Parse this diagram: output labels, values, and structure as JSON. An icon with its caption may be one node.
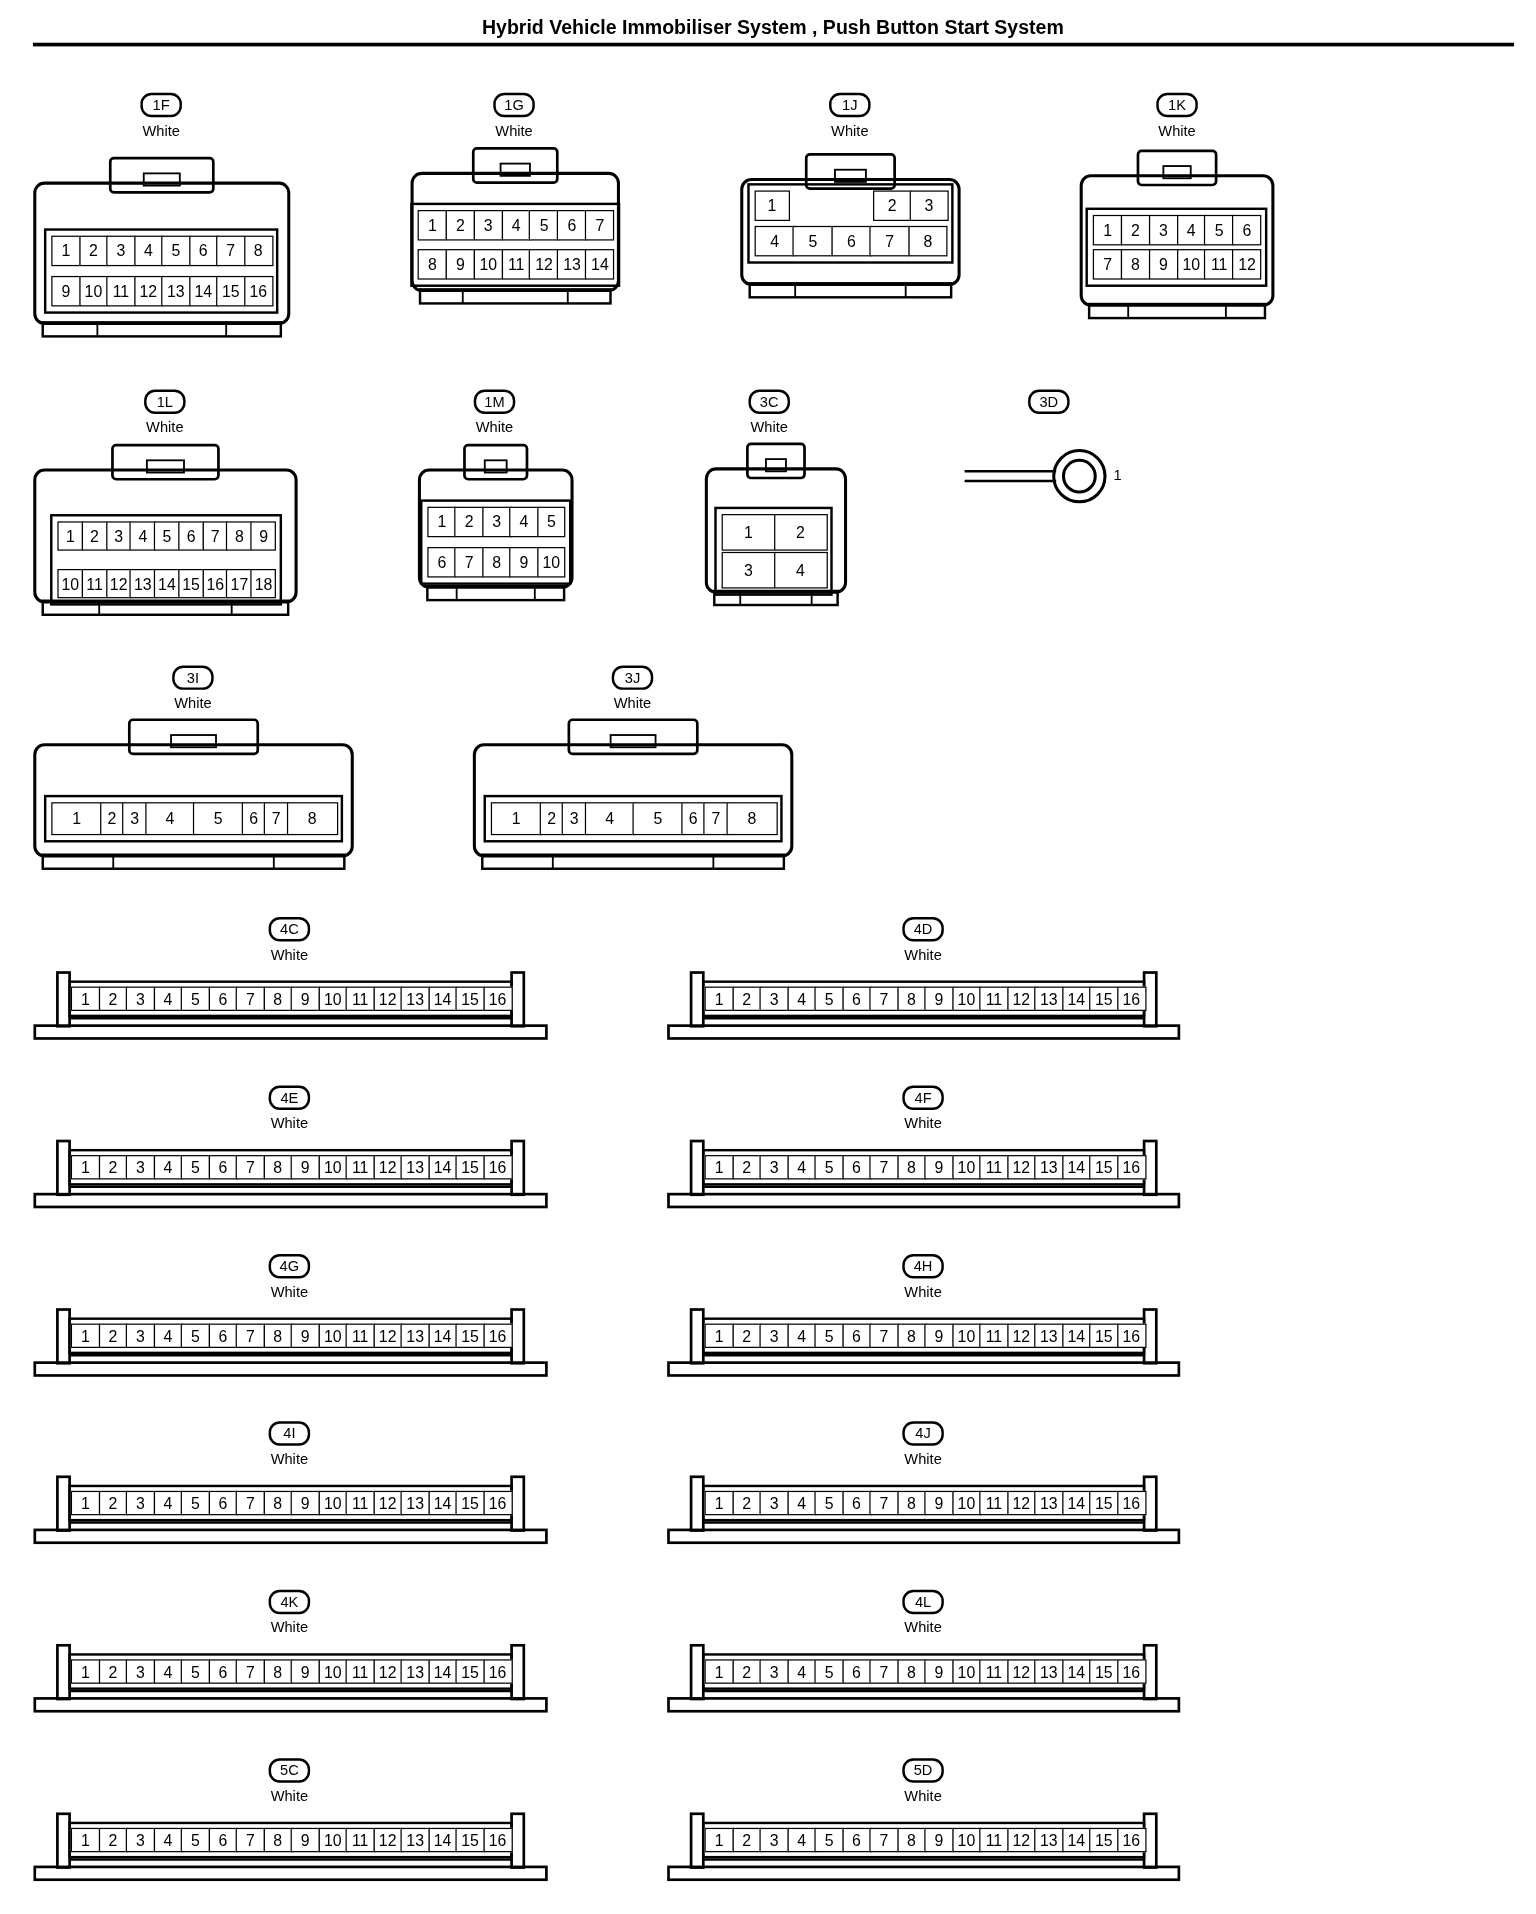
{
  "diagram": {
    "title": "Hybrid Vehicle Immobiliser System , Push Button Start System",
    "nodes": [
      {
        "text": [
          "1F"
        ],
        "beside": [
          "White"
        ]
      },
      {
        "text": [
          "1",
          "2",
          "3",
          "4",
          "5",
          "6",
          "7",
          "8",
          "9",
          "10",
          "11",
          "12",
          "13",
          "14",
          "15",
          "16"
        ]
      },
      {
        "text": [
          "1G"
        ],
        "beside": [
          "White"
        ]
      },
      {
        "text": [
          "1",
          "2",
          "3",
          "4",
          "5",
          "6",
          "7",
          "8",
          "9",
          "10",
          "11",
          "12",
          "13",
          "14"
        ]
      },
      {
        "text": [
          "1J"
        ],
        "beside": [
          "White"
        ]
      },
      {
        "text": [
          "1",
          "2",
          "3",
          "4",
          "5",
          "6",
          "7",
          "8"
        ]
      },
      {
        "text": [
          "1K"
        ],
        "beside": [
          "White"
        ]
      },
      {
        "text": [
          "1",
          "2",
          "3",
          "4",
          "5",
          "6",
          "7",
          "8",
          "9",
          "10",
          "11",
          "12"
        ]
      },
      {
        "text": [
          "1L"
        ],
        "beside": [
          "White"
        ]
      },
      {
        "text": [
          "1",
          "2",
          "3",
          "4",
          "5",
          "6",
          "7",
          "8",
          "9",
          "10",
          "11",
          "12",
          "13",
          "14",
          "15",
          "16",
          "17",
          "18"
        ]
      },
      {
        "text": [
          "1M"
        ],
        "beside": [
          "White"
        ]
      },
      {
        "text": [
          "1",
          "2",
          "3",
          "4",
          "5",
          "6",
          "7",
          "8",
          "9",
          "10"
        ]
      },
      {
        "text": [
          "3C"
        ],
        "beside": [
          "White"
        ]
      },
      {
        "text": [
          "1",
          "2",
          "3",
          "4"
        ]
      },
      {
        "text": [
          "3D"
        ]
      },
      {
        "text": [],
        "shape": "circle",
        "beside": [
          "1"
        ]
      },
      {
        "text": [
          "3I"
        ],
        "beside": [
          "White"
        ]
      },
      {
        "text": [
          "1",
          "2",
          "3",
          "4",
          "5",
          "6",
          "7",
          "8"
        ]
      },
      {
        "text": [
          "3J"
        ],
        "beside": [
          "White"
        ]
      },
      {
        "text": [
          "1",
          "2",
          "3",
          "4",
          "5",
          "6",
          "7",
          "8"
        ]
      },
      {
        "text": [
          "4C"
        ],
        "beside": [
          "White"
        ]
      },
      {
        "text": [
          "1",
          "2",
          "3",
          "4",
          "5",
          "6",
          "7",
          "8",
          "9",
          "10",
          "11",
          "12",
          "13",
          "14",
          "15",
          "16"
        ]
      },
      {
        "text": [
          "4D"
        ],
        "beside": [
          "White"
        ]
      },
      {
        "text": [
          "1",
          "2",
          "3",
          "4",
          "5",
          "6",
          "7",
          "8",
          "9",
          "10",
          "11",
          "12",
          "13",
          "14",
          "15",
          "16"
        ]
      },
      {
        "text": [
          "4E"
        ],
        "beside": [
          "White"
        ]
      },
      {
        "text": [
          "1",
          "2",
          "3",
          "4",
          "5",
          "6",
          "7",
          "8",
          "9",
          "10",
          "11",
          "12",
          "13",
          "14",
          "15",
          "16"
        ]
      },
      {
        "text": [
          "4F"
        ],
        "beside": [
          "White"
        ]
      },
      {
        "text": [
          "1",
          "2",
          "3",
          "4",
          "5",
          "6",
          "7",
          "8",
          "9",
          "10",
          "11",
          "12",
          "13",
          "14",
          "15",
          "16"
        ]
      },
      {
        "text": [
          "4G"
        ],
        "beside": [
          "White"
        ]
      },
      {
        "text": [
          "1",
          "2",
          "3",
          "4",
          "5",
          "6",
          "7",
          "8",
          "9",
          "10",
          "11",
          "12",
          "13",
          "14",
          "15",
          "16"
        ]
      },
      {
        "text": [
          "4H"
        ],
        "beside": [
          "White"
        ]
      },
      {
        "text": [
          "1",
          "2",
          "3",
          "4",
          "5",
          "6",
          "7",
          "8",
          "9",
          "10",
          "11",
          "12",
          "13",
          "14",
          "15",
          "16"
        ]
      },
      {
        "text": [
          "4I"
        ],
        "beside": [
          "White"
        ]
      },
      {
        "text": [
          "1",
          "2",
          "3",
          "4",
          "5",
          "6",
          "7",
          "8",
          "9",
          "10",
          "11",
          "12",
          "13",
          "14",
          "15",
          "16"
        ]
      },
      {
        "text": [
          "4J"
        ],
        "beside": [
          "White"
        ]
      },
      {
        "text": [
          "1",
          "2",
          "3",
          "4",
          "5",
          "6",
          "7",
          "8",
          "9",
          "10",
          "11",
          "12",
          "13",
          "14",
          "15",
          "16"
        ]
      },
      {
        "text": [
          "4K"
        ],
        "beside": [
          "White"
        ]
      },
      {
        "text": [
          "1",
          "2",
          "3",
          "4",
          "5",
          "6",
          "7",
          "8",
          "9",
          "10",
          "11",
          "12",
          "13",
          "14",
          "15",
          "16"
        ]
      },
      {
        "text": [
          "4L"
        ],
        "beside": [
          "White"
        ]
      },
      {
        "text": [
          "1",
          "2",
          "3",
          "4",
          "5",
          "6",
          "7",
          "8",
          "9",
          "10",
          "11",
          "12",
          "13",
          "14",
          "15",
          "16"
        ]
      },
      {
        "text": [
          "5C"
        ],
        "beside": [
          "White"
        ]
      },
      {
        "text": [
          "1",
          "2",
          "3",
          "4",
          "5",
          "6",
          "7",
          "8",
          "9",
          "10",
          "11",
          "12",
          "13",
          "14",
          "15",
          "16"
        ]
      },
      {
        "text": [
          "5D"
        ],
        "beside": [
          "White"
        ]
      },
      {
        "text": [
          "1",
          "2",
          "3",
          "4",
          "5",
          "6",
          "7",
          "8",
          "9",
          "10",
          "11",
          "12",
          "13",
          "14",
          "15",
          "16"
        ]
      }
    ]
  }
}
